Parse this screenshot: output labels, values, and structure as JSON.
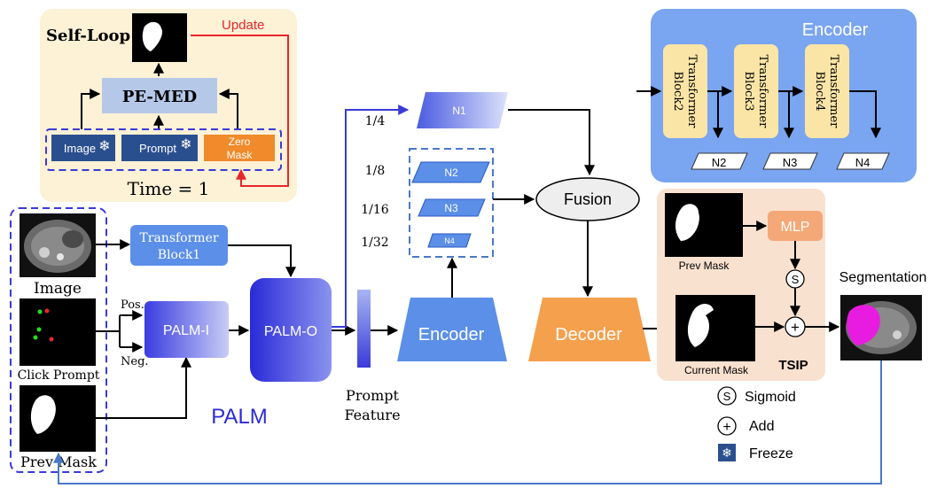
{
  "self_loop": {
    "title": "Self-Loop",
    "update": "Update",
    "pe_med": "PE-MED",
    "image": "Image",
    "prompt": "Prompt",
    "zero_mask_1": "Zero",
    "zero_mask_2": "Mask",
    "time": "Time = 1"
  },
  "inputs": {
    "image": "Image",
    "click_prompt": "Click Prompt",
    "prev_mask": "Prev  Mask"
  },
  "palm": {
    "transformer_block1_a": "Transformer",
    "transformer_block1_b": "Block1",
    "pos": "Pos.",
    "neg": "Neg.",
    "palm_i": "PALM-I",
    "palm_o": "PALM-O",
    "label": "PALM",
    "prompt_feature_a": "Prompt",
    "prompt_feature_b": "Feature"
  },
  "features": {
    "n1": "N1",
    "n2": "N2",
    "n3": "N3",
    "n4": "N4",
    "s14": "1/4",
    "s18": "1/8",
    "s116": "1/16",
    "s132": "1/32"
  },
  "fusion": "Fusion",
  "encoder_main": "Encoder",
  "decoder": "Decoder",
  "encoder_box": {
    "title": "Encoder",
    "block2_a": "Transformer",
    "block2_b": "Block2",
    "block3_a": "Transformer",
    "block3_b": "Block3",
    "block4_a": "Transformer",
    "block4_b": "Block4",
    "n2": "N2",
    "n3": "N3",
    "n4": "N4"
  },
  "tsip": {
    "label": "TSIP",
    "prev_mask": "Prev Mask",
    "current_mask": "Current Mask",
    "mlp": "MLP",
    "s": "S",
    "plus": "+"
  },
  "segmentation": "Segmentation",
  "legend": {
    "sigmoid": "Sigmoid",
    "add": "Add",
    "freeze": "Freeze",
    "s_symbol": "S",
    "plus_symbol": "+"
  },
  "colors": {
    "self_loop_bg": "#fdf1d6",
    "encoder_bg": "#7aa5f0",
    "tsip_bg": "#f9e1d0",
    "orange": "#f5a04d",
    "blue_block": "#5b8fe8",
    "update_red": "#e8262a",
    "palm_text": "#2b2bd6"
  }
}
